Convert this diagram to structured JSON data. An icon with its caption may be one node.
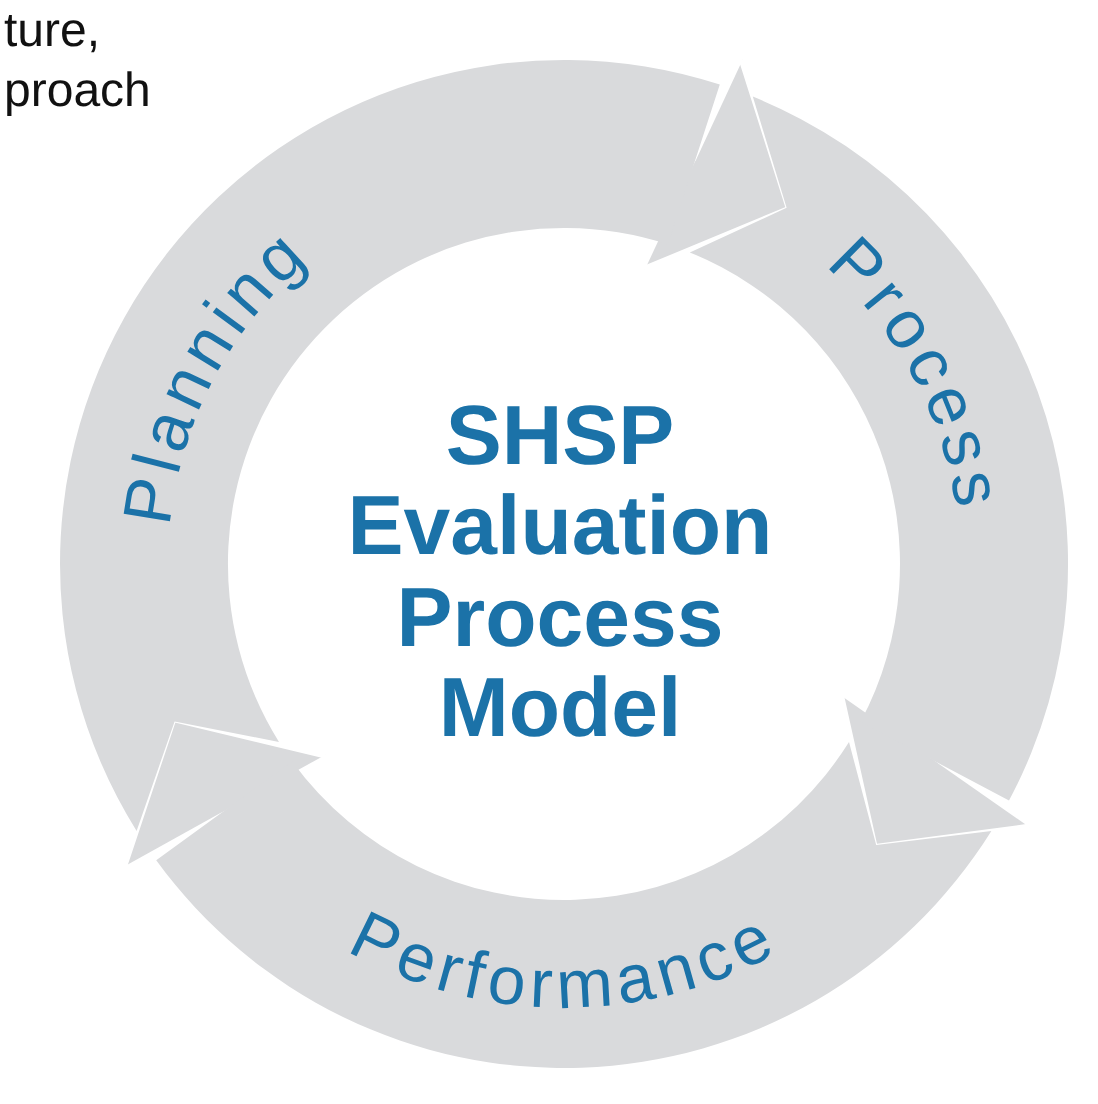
{
  "diagram": {
    "title": "SHSP Evaluation Process Model",
    "nodes": [
      {
        "text": [
          "Planning"
        ]
      },
      {
        "text": [
          "Process"
        ]
      },
      {
        "text": [
          "Performance"
        ]
      }
    ],
    "edges": [
      {
        "from": 0,
        "to": 1,
        "arrow": "to"
      },
      {
        "from": 1,
        "to": 2,
        "arrow": "to"
      },
      {
        "from": 2,
        "to": 0,
        "arrow": "to"
      }
    ],
    "labels": [
      "ture,",
      "proach"
    ]
  }
}
